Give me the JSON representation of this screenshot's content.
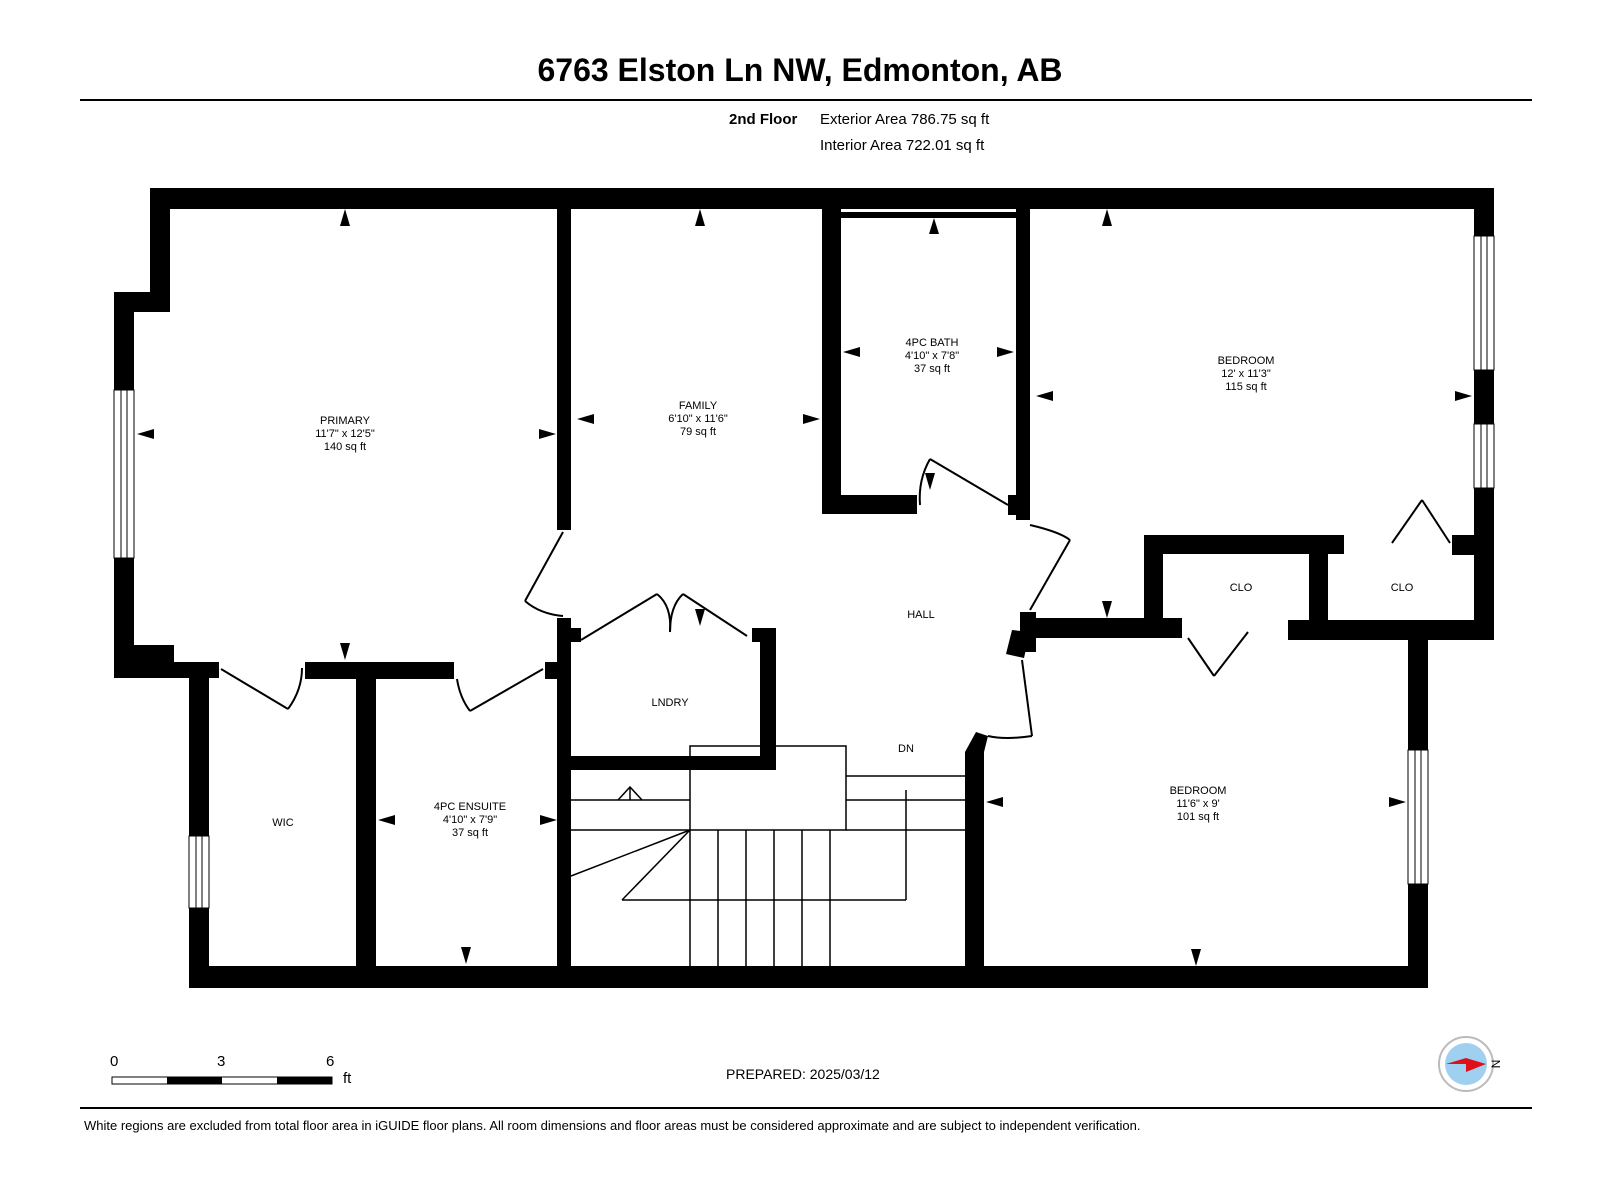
{
  "header": {
    "title": "6763 Elston Ln NW, Edmonton, AB",
    "floor": "2nd Floor",
    "exterior_area": "Exterior Area 786.75 sq ft",
    "interior_area": "Interior Area 722.01 sq ft"
  },
  "rooms": {
    "primary": {
      "name": "PRIMARY",
      "dims": "11'7\" x 12'5\"",
      "area": "140 sq ft"
    },
    "family": {
      "name": "FAMILY",
      "dims": "6'10\" x 11'6\"",
      "area": "79 sq ft"
    },
    "bath": {
      "name": "4PC BATH",
      "dims": "4'10\" x 7'8\"",
      "area": "37 sq ft"
    },
    "bedroom1": {
      "name": "BEDROOM",
      "dims": "12' x 11'3\"",
      "area": "115 sq ft"
    },
    "ensuite": {
      "name": "4PC ENSUITE",
      "dims": "4'10\" x 7'9\"",
      "area": "37 sq ft"
    },
    "bedroom2": {
      "name": "BEDROOM",
      "dims": "11'6\" x 9'",
      "area": "101 sq ft"
    },
    "clo1": "CLO",
    "clo2": "CLO",
    "hall": "HALL",
    "lndry": "LNDRY",
    "wic": "WIC",
    "dn": "DN"
  },
  "scale": {
    "ticks": [
      "0",
      "3",
      "6"
    ],
    "unit": "ft"
  },
  "prepared": "PREPARED: 2025/03/12",
  "compass": {
    "label": "N",
    "needle_color": "#e0101a",
    "disc_color": "#9fd0ef"
  },
  "footer": "White regions are excluded from total floor area in iGUIDE floor plans. All room dimensions and floor areas must be considered approximate and are subject to independent verification."
}
